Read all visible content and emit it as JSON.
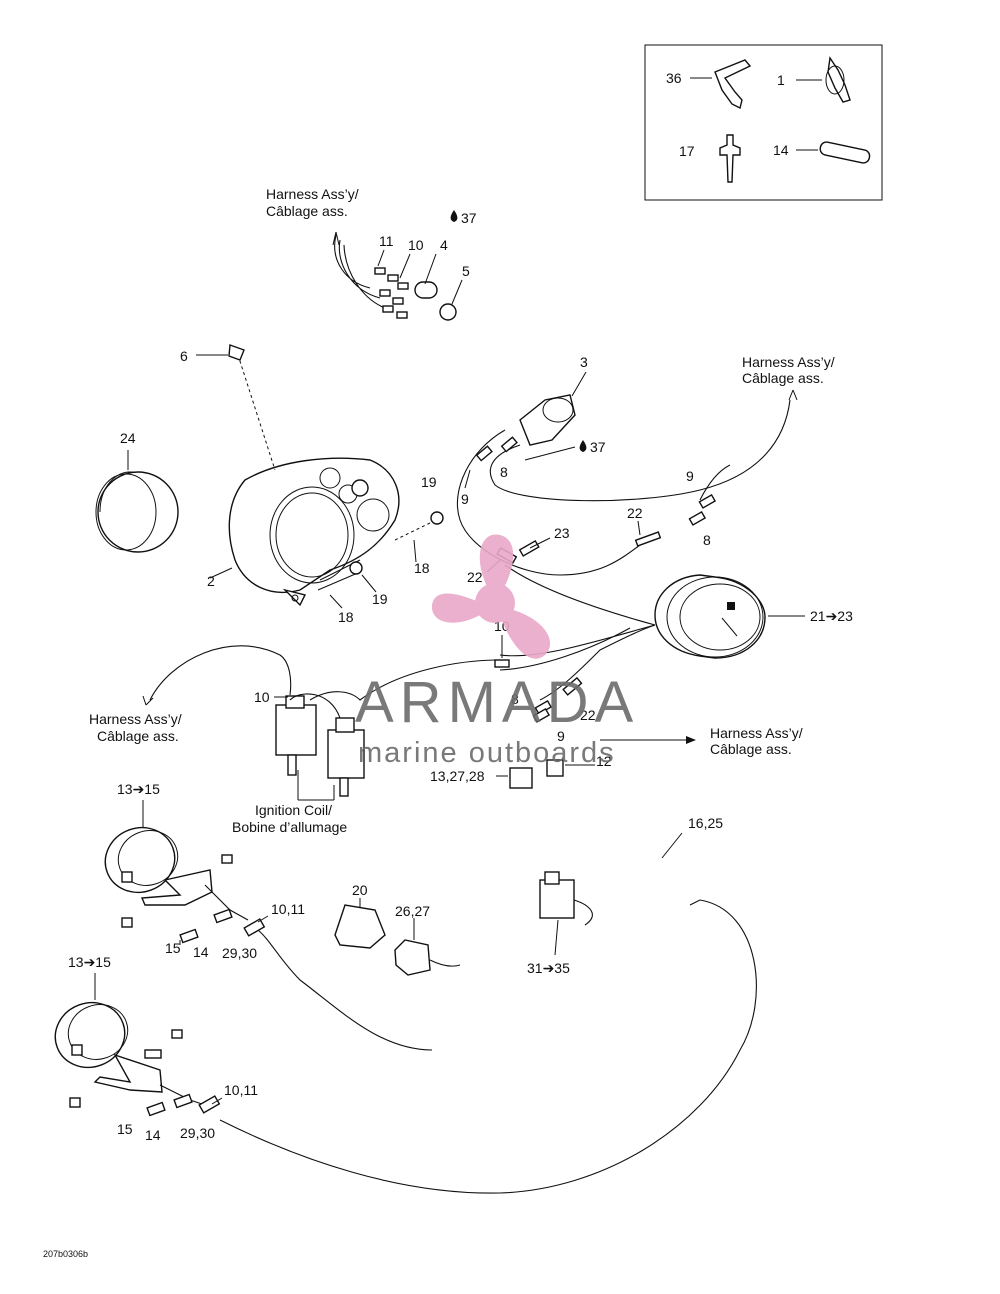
{
  "callouts": {
    "c36": "36",
    "c1": "1",
    "c17": "17",
    "c14_box": "14",
    "c11_top": "11",
    "c10_top": "10",
    "c4": "4",
    "c5": "5",
    "c37_top": "37",
    "c6": "6",
    "c3": "3",
    "c37_mid": "37",
    "c24": "24",
    "c2": "2",
    "c8_a": "8",
    "c9_a": "9",
    "c19_a": "19",
    "c9_b": "9",
    "c8_b": "8",
    "c22_a": "22",
    "c23": "23",
    "c22_b": "22",
    "c18_a": "18",
    "c19_b": "19",
    "c18_b": "18",
    "c10_mid": "10",
    "c21": "21➔23",
    "c10_coil": "10",
    "c8_c": "8",
    "c22_c": "22",
    "c9_c": "9",
    "c12": "12",
    "c13_27_28": "13,27,28",
    "c13_15_a": "13➔15",
    "c16_25": "16,25",
    "c10_11_a": "10,11",
    "c20": "20",
    "c26_27": "26,27",
    "c15_a": "15",
    "c14_a": "14",
    "c29_30_a": "29,30",
    "c31_35": "31➔35",
    "c13_15_b": "13➔15",
    "c10_11_b": "10,11",
    "c15_b": "15",
    "c14_b": "14",
    "c29_30_b": "29,30"
  },
  "harness_labels": {
    "h1_line1": "Harness Ass’y/",
    "h1_line2": "Câblage ass.",
    "h2_line1": "Harness Ass’y/",
    "h2_line2": "Câblage ass.",
    "h3_line1": "Harness Ass’y/",
    "h3_line2": "Câblage ass.",
    "h4_line1": "Harness Ass’y/",
    "h4_line2": "Câblage ass."
  },
  "ignition_coil": {
    "line1": "Ignition Coil/",
    "line2": "Bobine d’allumage"
  },
  "drawing_code": "207b0306b",
  "watermark": {
    "brand": "ARMADA",
    "tagline": "marine outboards",
    "color": "#e9a8c8",
    "text_color": "#6b6b6b"
  },
  "icons": {
    "drop": "oil-drop-icon",
    "arrow": "arrow-right-icon"
  }
}
